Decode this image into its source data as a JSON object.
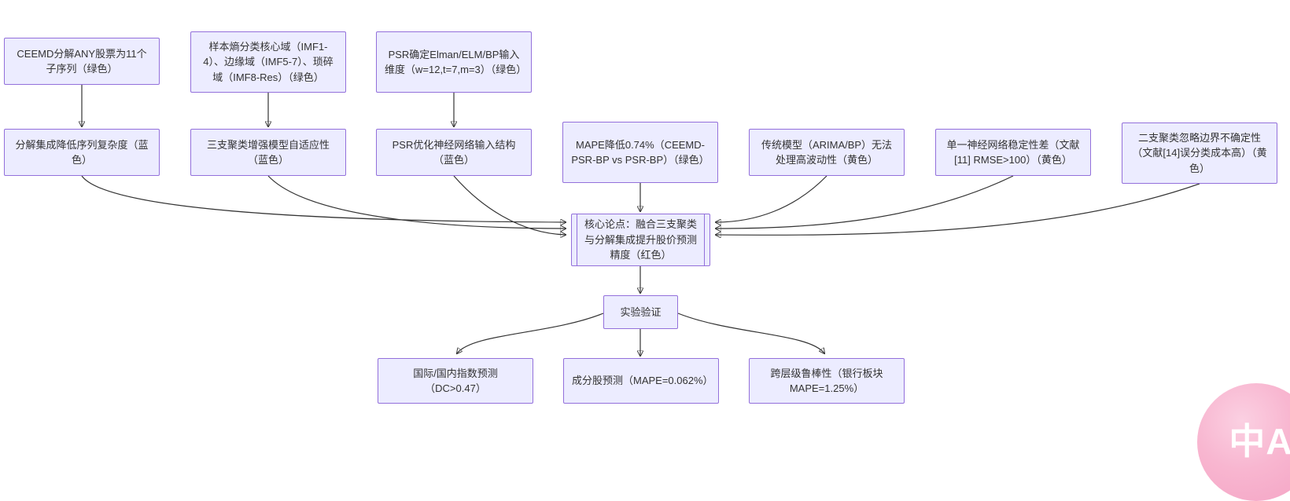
{
  "diagram": {
    "type": "flowchart",
    "nodes": [
      {
        "id": "ceemd",
        "text": "CEEMD分解ANY股票为11个子序列（绿色）"
      },
      {
        "id": "sample-entropy",
        "text": "样本熵分类核心域（IMF1-4）、边缘域（IMF5-7）、琐碎域（IMF8-Res）（绿色）"
      },
      {
        "id": "psr-dimension",
        "text": "PSR确定Elman/ELM/BP输入维度（w=12,t=7,m=3）（绿色）"
      },
      {
        "id": "decomp-complexity",
        "text": "分解集成降低序列复杂度（蓝色）"
      },
      {
        "id": "three-way-cluster",
        "text": "三支聚类增强模型自适应性（蓝色）"
      },
      {
        "id": "psr-structure",
        "text": "PSR优化神经网络输入结构（蓝色）"
      },
      {
        "id": "mape-reduction",
        "text": "MAPE降低0.74%（CEEMD-PSR-BP vs PSR-BP）（绿色）"
      },
      {
        "id": "traditional-model",
        "text": "传统模型（ARIMA/BP）无法处理高波动性（黄色）"
      },
      {
        "id": "single-nn",
        "text": "单一神经网络稳定性差（文献[11] RMSE>100）（黄色）"
      },
      {
        "id": "two-way-cluster",
        "text": "二支聚类忽略边界不确定性（文献[14]误分类成本高）（黄色）"
      },
      {
        "id": "core-thesis",
        "text": "核心论点：融合三支聚类与分解集成提升股价预测精度（红色）"
      },
      {
        "id": "experiment",
        "text": "实验验证"
      },
      {
        "id": "index-prediction",
        "text": "国际/国内指数预测（DC>0.47）"
      },
      {
        "id": "stock-prediction",
        "text": "成分股预测（MAPE=0.062%）"
      },
      {
        "id": "robustness",
        "text": "跨层级鲁棒性（银行板块MAPE=1.25%）"
      }
    ],
    "edges": [
      {
        "from": "ceemd",
        "to": "decomp-complexity"
      },
      {
        "from": "sample-entropy",
        "to": "three-way-cluster"
      },
      {
        "from": "psr-dimension",
        "to": "psr-structure"
      },
      {
        "from": "decomp-complexity",
        "to": "core-thesis"
      },
      {
        "from": "three-way-cluster",
        "to": "core-thesis"
      },
      {
        "from": "psr-structure",
        "to": "core-thesis"
      },
      {
        "from": "mape-reduction",
        "to": "core-thesis"
      },
      {
        "from": "traditional-model",
        "to": "core-thesis"
      },
      {
        "from": "single-nn",
        "to": "core-thesis"
      },
      {
        "from": "two-way-cluster",
        "to": "core-thesis"
      },
      {
        "from": "core-thesis",
        "to": "experiment"
      },
      {
        "from": "experiment",
        "to": "index-prediction"
      },
      {
        "from": "experiment",
        "to": "stock-prediction"
      },
      {
        "from": "experiment",
        "to": "robustness"
      }
    ]
  },
  "colors": {
    "node_fill": "#ECECFF",
    "node_border": "#9370DB",
    "arrow": "#333333",
    "text": "#333333",
    "translate_button": "#f8b6d0"
  },
  "translate_button": {
    "label": "中A"
  }
}
